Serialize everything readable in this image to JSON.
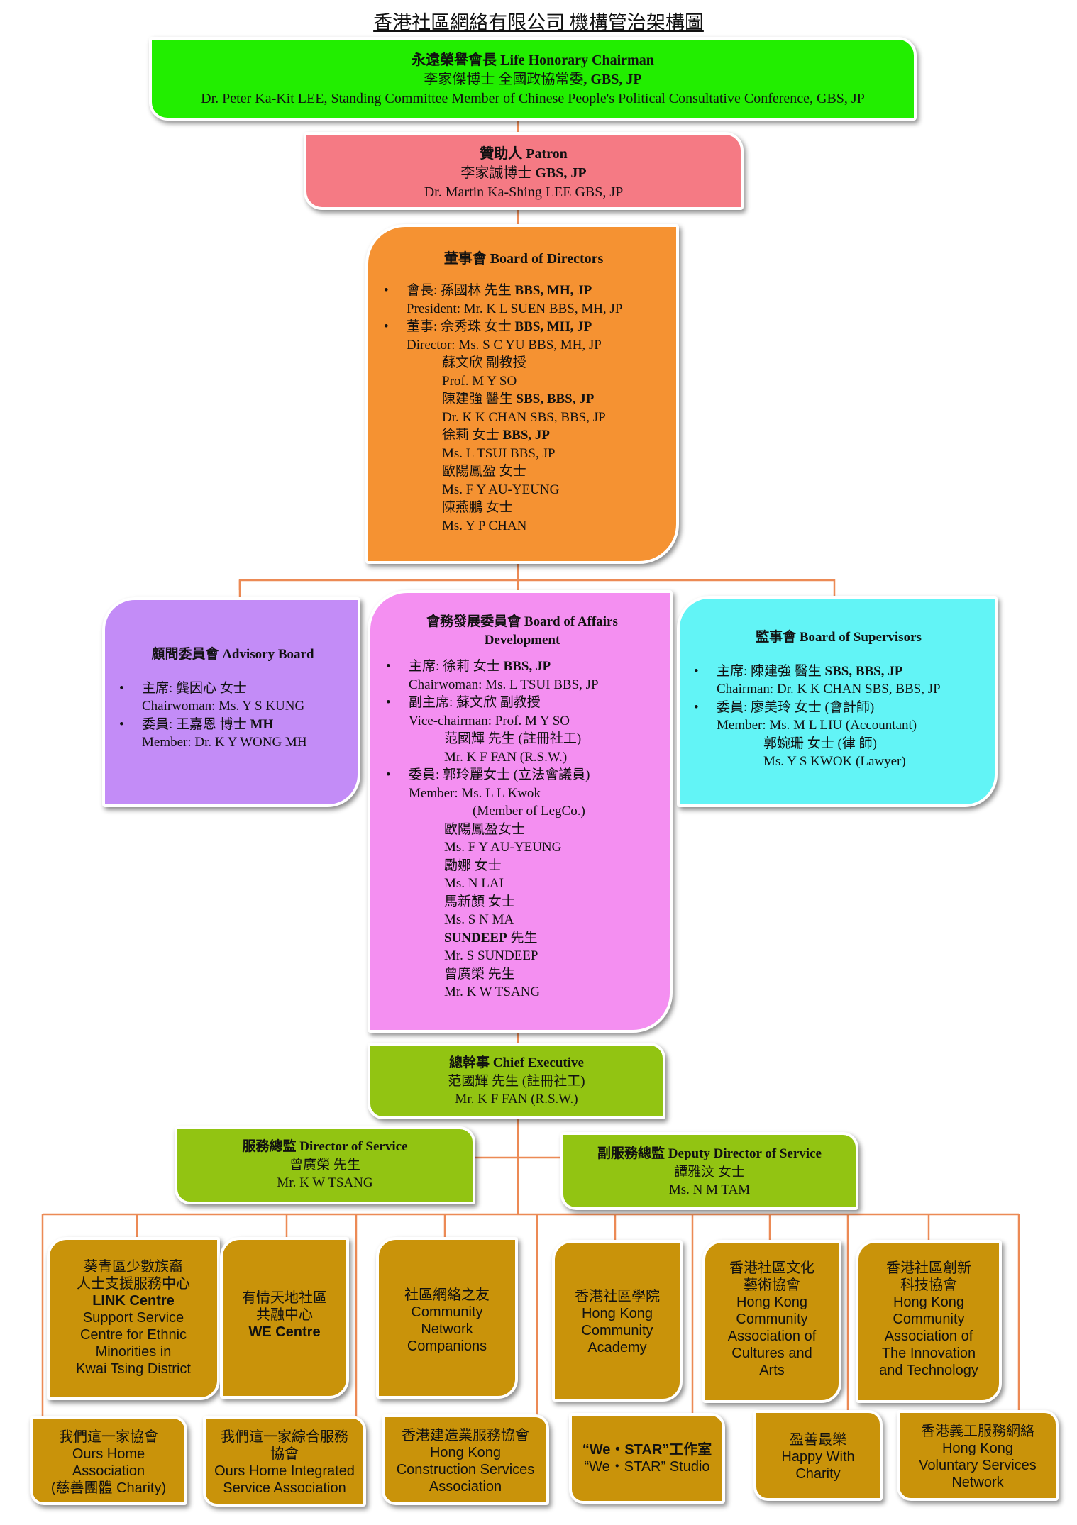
{
  "title": "香港社區網絡有限公司 機構管治架構圖",
  "honorary": {
    "heading": "永遠榮譽會長 Life Honorary Chairman",
    "name_zh": "李家傑博士 全國政協常委",
    "name_zh_post": ", GBS, JP",
    "name_en": "Dr. Peter Ka-Kit LEE, Standing Committee Member of Chinese People's Political Consultative Conference, GBS, JP"
  },
  "patron": {
    "heading": "贊助人 Patron",
    "name_zh": "李家誠博士",
    "name_zh_post": " GBS, JP",
    "name_en": "Dr. Martin Ka-Shing LEE GBS, JP"
  },
  "board": {
    "heading": "董事會 Board of Directors",
    "president_zh": "會長: 孫國林 先生",
    "president_post": " BBS, MH, JP",
    "president_en": "President: Mr. K L SUEN BBS, MH, JP",
    "director_zh": "董事: 佘秀珠 女士",
    "director_post": " BBS, MH, JP",
    "director_en": "Director: Ms. S C YU BBS, MH, JP",
    "m1_zh": "蘇文欣 副教授",
    "m1_en": "Prof. M Y SO",
    "m2_zh": "陳建強 醫生",
    "m2_post": " SBS, BBS, JP",
    "m2_en": "Dr. K K CHAN SBS, BBS, JP",
    "m3_zh": "徐莉 女士",
    "m3_post": " BBS, JP",
    "m3_en": "Ms. L TSUI BBS, JP",
    "m4_zh": "歐陽鳳盈 女士",
    "m4_en": "Ms. F Y AU-YEUNG",
    "m5_zh": "陳燕鵬 女士",
    "m5_en": "Ms. Y P CHAN"
  },
  "advisory": {
    "heading": "顧問委員會 Advisory Board",
    "chair_zh": "主席: 龔因心 女士",
    "chair_en": "Chairwoman: Ms. Y S KUNG",
    "member_zh": "委員: 王嘉恩 博士",
    "member_post": " MH",
    "member_en": "Member: Dr. K Y WONG MH"
  },
  "affairs": {
    "heading1": "會務發展委員會 Board of Affairs",
    "heading2": "Development",
    "chair_zh": "主席: 徐莉 女士",
    "chair_post": " BBS, JP",
    "chair_en": "Chairwoman: Ms. L TSUI BBS, JP",
    "vice_zh": "副主席: 蘇文欣 副教授",
    "vice_en": "Vice-chairman: Prof. M Y SO",
    "vice2_zh": "范國輝 先生 (註冊社工)",
    "vice2_en": "Mr. K F FAN (R.S.W.)",
    "member_zh": "委員: 郭玲麗女士 (立法會議員)",
    "member_en": "Member: Ms. L L Kwok",
    "member_en2": "(Member of LegCo.)",
    "m1_zh": "歐陽鳳盈女士",
    "m1_en": "Ms. F Y AU-YEUNG",
    "m2_zh": "勵娜 女士",
    "m2_en": "Ms. N LAI",
    "m3_zh": "馬新顏 女士",
    "m3_en": "Ms. S N MA",
    "m4_zh_b": "SUNDEEP",
    "m4_zh": " 先生",
    "m4_en": "Mr. S SUNDEEP",
    "m5_zh": "曾廣榮 先生",
    "m5_en": "Mr. K W TSANG"
  },
  "supervisors": {
    "heading": "監事會 Board of Supervisors",
    "chair_zh": "主席: 陳建強 醫生",
    "chair_post": " SBS, BBS, JP",
    "chair_en": "Chairman: Dr. K K CHAN SBS, BBS, JP",
    "member_zh": "委員: 廖美玲 女士 (會計師)",
    "member_en": "Member: Ms. M L LIU (Accountant)",
    "m2_zh": "郭婉珊 女士 (律 師)",
    "m2_en": "Ms. Y S KWOK (Lawyer)"
  },
  "ceo": {
    "heading": "總幹事 Chief Executive",
    "name_zh": "范國輝 先生 (註冊社工)",
    "name_en": "Mr. K F FAN (R.S.W.)"
  },
  "director_service": {
    "heading": "服務總監 Director of Service",
    "name_zh": "曾廣榮 先生",
    "name_en": "Mr. K W TSANG"
  },
  "deputy_service": {
    "heading": "副服務總監 Deputy Director of Service",
    "name_zh": "譚雅汶 女士",
    "name_en": "Ms. N M TAM"
  },
  "units_top": [
    {
      "lines": [
        "葵青區少數族裔",
        "人士支援服務中心"
      ],
      "bold": "LINK Centre",
      "rest": [
        "Support Service",
        "Centre for Ethnic",
        "Minorities in",
        "Kwai Tsing District"
      ]
    },
    {
      "lines": [
        "有情天地社區",
        "共融中心"
      ],
      "bold": "WE Centre",
      "rest": []
    },
    {
      "lines": [
        "社區網絡之友"
      ],
      "bold": "",
      "rest": [
        "Community",
        "Network",
        "Companions"
      ]
    },
    {
      "lines": [
        "香港社區學院"
      ],
      "bold": "",
      "rest": [
        "Hong Kong",
        "Community",
        "Academy"
      ]
    },
    {
      "lines": [
        "香港社區文化",
        "藝術協會"
      ],
      "bold": "",
      "rest": [
        "Hong Kong",
        "Community",
        "Association of",
        "Cultures and",
        "Arts"
      ]
    },
    {
      "lines": [
        "香港社區創新",
        "科技協會"
      ],
      "bold": "",
      "rest": [
        "Hong Kong",
        "Community",
        "Association of",
        "The Innovation",
        "and Technology"
      ]
    }
  ],
  "units_bottom": [
    {
      "lines": [
        "我們這一家協會",
        "Ours Home",
        "Association",
        "(慈善團體 Charity)"
      ]
    },
    {
      "lines": [
        "我們這一家綜合服務",
        "協會",
        "Ours Home Integrated",
        "Service Association"
      ]
    },
    {
      "lines": [
        "香港建造業服務協會",
        "Hong Kong",
        "Construction Services",
        "Association"
      ]
    },
    {
      "lines": [
        "“We・STAR”工作室",
        "“We・STAR” Studio"
      ]
    },
    {
      "lines": [
        "盈善最樂",
        "Happy With",
        "Charity"
      ]
    },
    {
      "lines": [
        "香港義工服務網絡",
        "Hong Kong",
        "Voluntary Services",
        "Network"
      ]
    }
  ],
  "colors": {
    "line": "#ec8a55",
    "green": "#22ee00",
    "pink": "#f57a84",
    "orange": "#f59232",
    "purple": "#c38cf7",
    "magenta": "#f48ff1",
    "cyan": "#62f4f6",
    "lime": "#92c412",
    "gold": "#c9930a"
  }
}
